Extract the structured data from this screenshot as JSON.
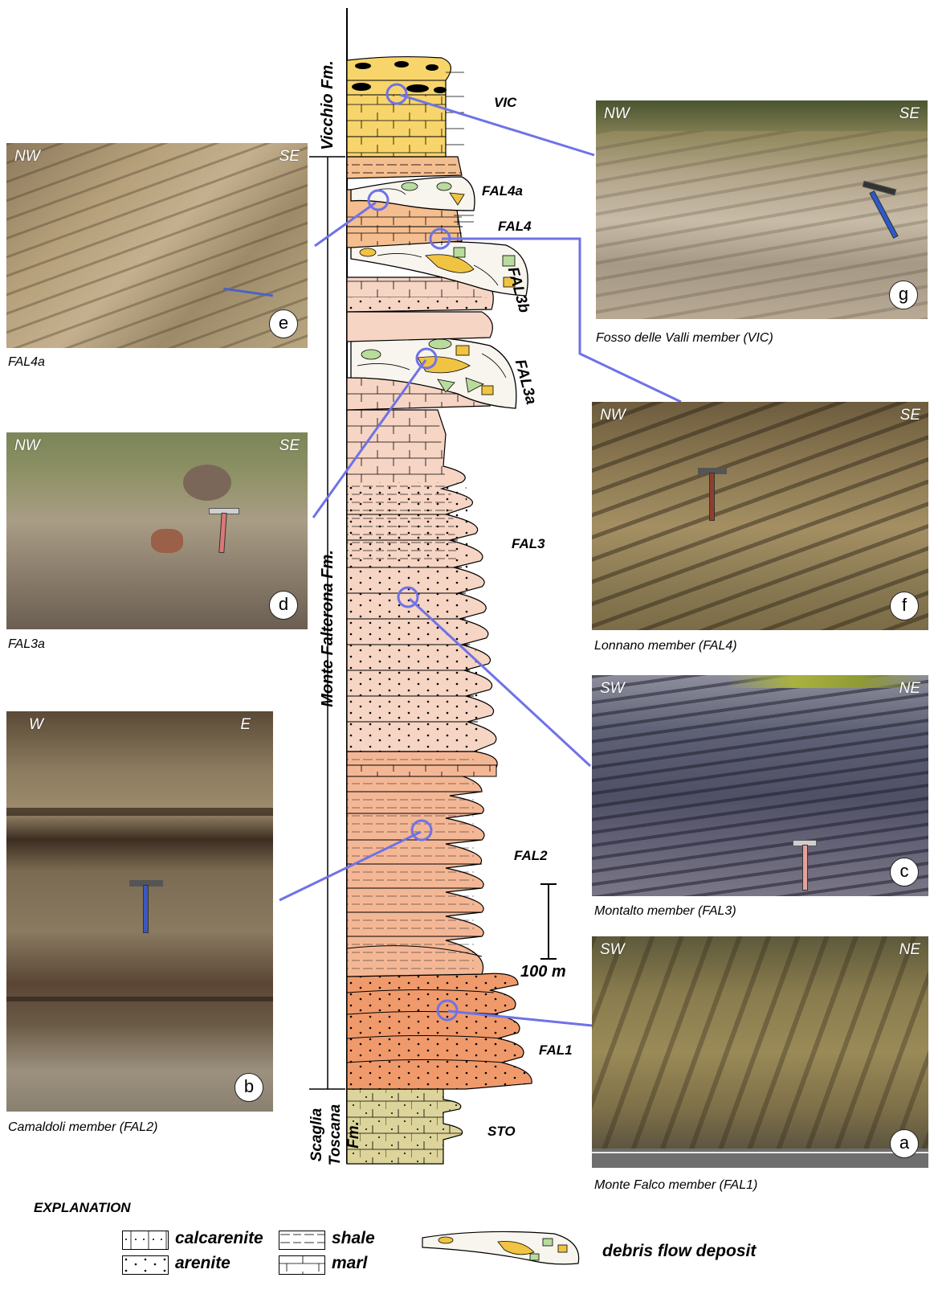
{
  "photos": {
    "a": {
      "letter": "a",
      "left": "SW",
      "right": "NE",
      "caption": "Monte Falco member (FAL1)",
      "unit": "FAL1"
    },
    "b": {
      "letter": "b",
      "left": "W",
      "right": "E",
      "caption": "Camaldoli member (FAL2)",
      "unit": "FAL2"
    },
    "c": {
      "letter": "c",
      "left": "SW",
      "right": "NE",
      "caption": "Montalto member (FAL3)",
      "unit": "FAL3"
    },
    "d": {
      "letter": "d",
      "left": "NW",
      "right": "SE",
      "caption": "FAL3a",
      "unit": "FAL3a"
    },
    "e": {
      "letter": "e",
      "left": "NW",
      "right": "SE",
      "caption": "FAL4a",
      "unit": "FAL4a"
    },
    "f": {
      "letter": "f",
      "left": "NW",
      "right": "SE",
      "caption": "Lonnano member (FAL4)",
      "unit": "FAL4"
    },
    "g": {
      "letter": "g",
      "left": "NW",
      "right": "SE",
      "caption": "Fosso delle Valli member (VIC)",
      "unit": "VIC"
    }
  },
  "formations": {
    "vicchio": "Vicchio Fm.",
    "falterona": "Monte Falterona Fm.",
    "scaglia_line1": "Scaglia",
    "scaglia_line2": "Toscana Fm."
  },
  "units": {
    "vic": "VIC",
    "fal4a": "FAL4a",
    "fal4": "FAL4",
    "fal3b": "FAL3b",
    "fal3a": "FAL3a",
    "fal3": "FAL3",
    "fal2": "FAL2",
    "fal1": "FAL1",
    "sto": "STO"
  },
  "scale_bar": {
    "label": "100 m"
  },
  "legend": {
    "title": "EXPLANATION",
    "items": [
      "calcarenite",
      "arenite",
      "shale",
      "marl",
      "debris flow deposit"
    ]
  },
  "colors": {
    "connector": "#6f72e6",
    "vic": "#f7d56b",
    "fal4": "#f5be8f",
    "fal3": "#f6d5c4",
    "fal2": "#f4b796",
    "fal1": "#f09a6c",
    "sto": "#dcd49a",
    "debris_green": "#b9dc9c",
    "debris_yellow": "#f1c342"
  }
}
